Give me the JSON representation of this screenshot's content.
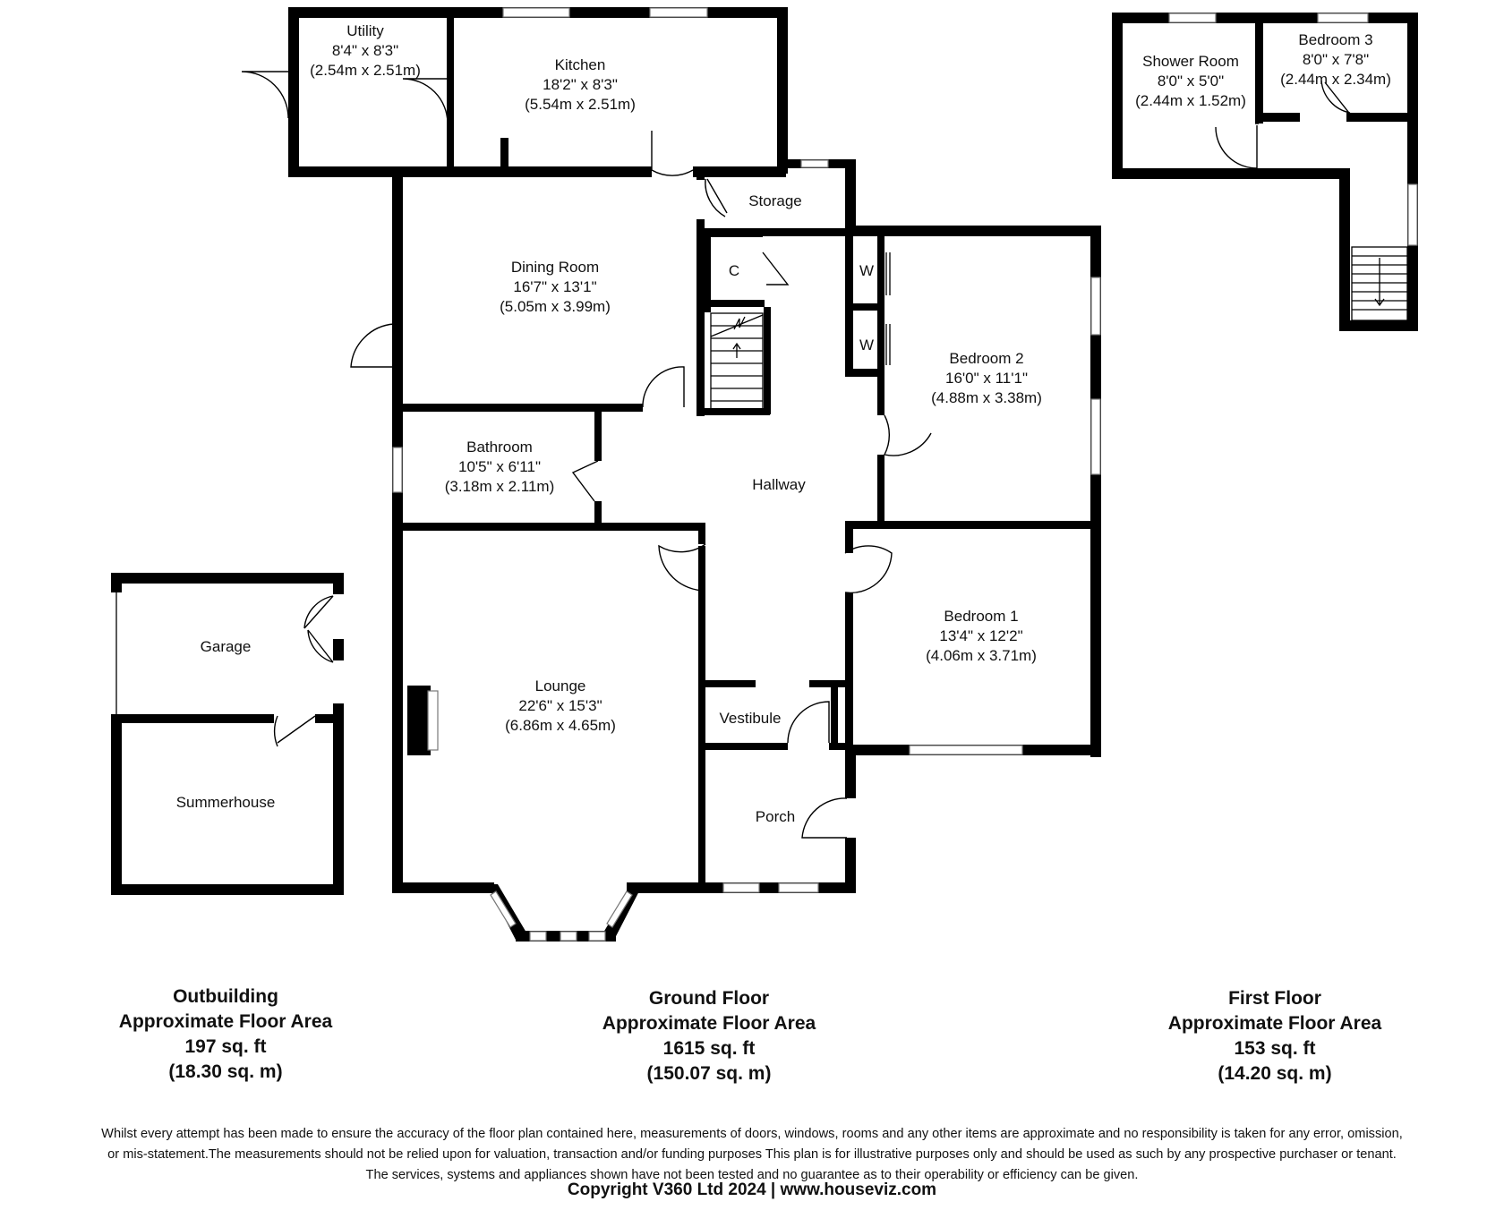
{
  "rooms": {
    "utility": {
      "name": "Utility",
      "size_imperial": "8'4\" x 8'3\"",
      "size_metric": "(2.54m x 2.51m)"
    },
    "kitchen": {
      "name": "Kitchen",
      "size_imperial": "18'2\" x 8'3\"",
      "size_metric": "(5.54m x 2.51m)"
    },
    "storage": {
      "name": "Storage"
    },
    "dining": {
      "name": "Dining Room",
      "size_imperial": "16'7\" x 13'1\"",
      "size_metric": "(5.05m x 3.99m)"
    },
    "cupboard": {
      "name": "C"
    },
    "wardrobe1": {
      "name": "W"
    },
    "wardrobe2": {
      "name": "W"
    },
    "bedroom2": {
      "name": "Bedroom 2",
      "size_imperial": "16'0\" x 11'1\"",
      "size_metric": "(4.88m x 3.38m)"
    },
    "bathroom": {
      "name": "Bathroom",
      "size_imperial": "10'5\" x 6'11\"",
      "size_metric": "(3.18m x 2.11m)"
    },
    "hallway": {
      "name": "Hallway"
    },
    "bedroom1": {
      "name": "Bedroom 1",
      "size_imperial": "13'4\" x 12'2\"",
      "size_metric": "(4.06m x 3.71m)"
    },
    "lounge": {
      "name": "Lounge",
      "size_imperial": "22'6\" x 15'3\"",
      "size_metric": "(6.86m x 4.65m)"
    },
    "vestibule": {
      "name": "Vestibule"
    },
    "porch": {
      "name": "Porch"
    },
    "garage": {
      "name": "Garage"
    },
    "summerhouse": {
      "name": "Summerhouse"
    },
    "shower": {
      "name": "Shower Room",
      "size_imperial": "8'0\" x 5'0\"",
      "size_metric": "(2.44m x 1.52m)"
    },
    "bedroom3": {
      "name": "Bedroom 3",
      "size_imperial": "8'0\" x 7'8\"",
      "size_metric": "(2.44m x 2.34m)"
    }
  },
  "areas": {
    "outbuilding": {
      "title": "Outbuilding",
      "subtitle": "Approximate Floor Area",
      "sqft": "197 sq. ft",
      "sqm": "(18.30 sq. m)"
    },
    "ground": {
      "title": "Ground Floor",
      "subtitle": "Approximate Floor Area",
      "sqft": "1615 sq. ft",
      "sqm": "(150.07 sq. m)"
    },
    "first": {
      "title": "First Floor",
      "subtitle": "Approximate Floor Area",
      "sqft": "153 sq. ft",
      "sqm": "(14.20 sq. m)"
    }
  },
  "disclaimer": {
    "line1": "Whilst every attempt has been made to ensure the accuracy of the floor plan contained here, measurements of doors, windows, rooms and any other items are approximate and no responsibility is taken for any error, omission,",
    "line2": "or mis-statement.The measurements should not be relied upon for valuation, transaction and/or funding purposes This plan is for illustrative purposes only and should be used as such by any prospective purchaser or tenant.",
    "line3": "The services, systems and appliances shown have not been tested and no guarantee as to their operability or efficiency can be given."
  },
  "copyright": "Copyright V360 Ltd 2024 | www.houseviz.com"
}
